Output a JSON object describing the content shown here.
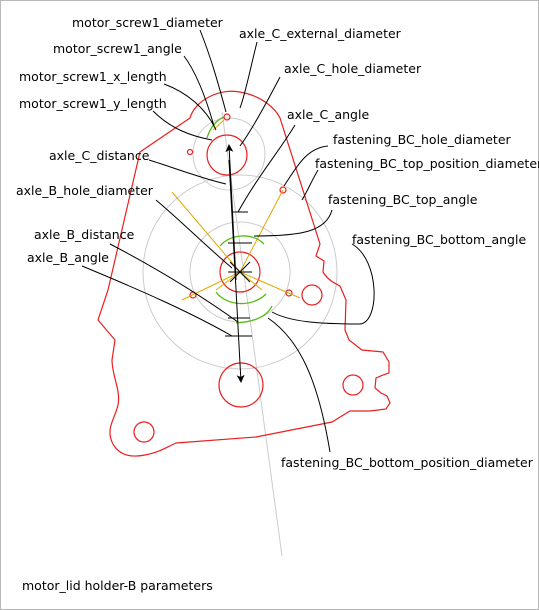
{
  "caption": "motor_lid holder-B parameters",
  "colors": {
    "outline": "#e8201f",
    "construction": "#cccccc",
    "guide": "#e0a800",
    "arc": "#55bb11",
    "leader": "#000000"
  },
  "labels": {
    "motor_screw1_diameter": "motor_screw1_diameter",
    "axle_C_external_diameter": "axle_C_external_diameter",
    "motor_screw1_angle": "motor_screw1_angle",
    "axle_C_hole_diameter": "axle_C_hole_diameter",
    "motor_screw1_x_length": "motor_screw1_x_length",
    "motor_screw1_y_length": "motor_screw1_y_length",
    "axle_C_angle": "axle_C_angle",
    "fastening_BC_hole_diameter": "fastening_BC_hole_diameter",
    "axle_C_distance": "axle_C_distance",
    "fastening_BC_top_position_diameter": "fastening_BC_top_position_diameter",
    "axle_B_hole_diameter": "axle_B_hole_diameter",
    "fastening_BC_top_angle": "fastening_BC_top_angle",
    "axle_B_distance": "axle_B_distance",
    "fastening_BC_bottom_angle": "fastening_BC_bottom_angle",
    "axle_B_angle": "axle_B_angle",
    "fastening_BC_bottom_position_diameter": "fastening_BC_bottom_position_diameter"
  }
}
